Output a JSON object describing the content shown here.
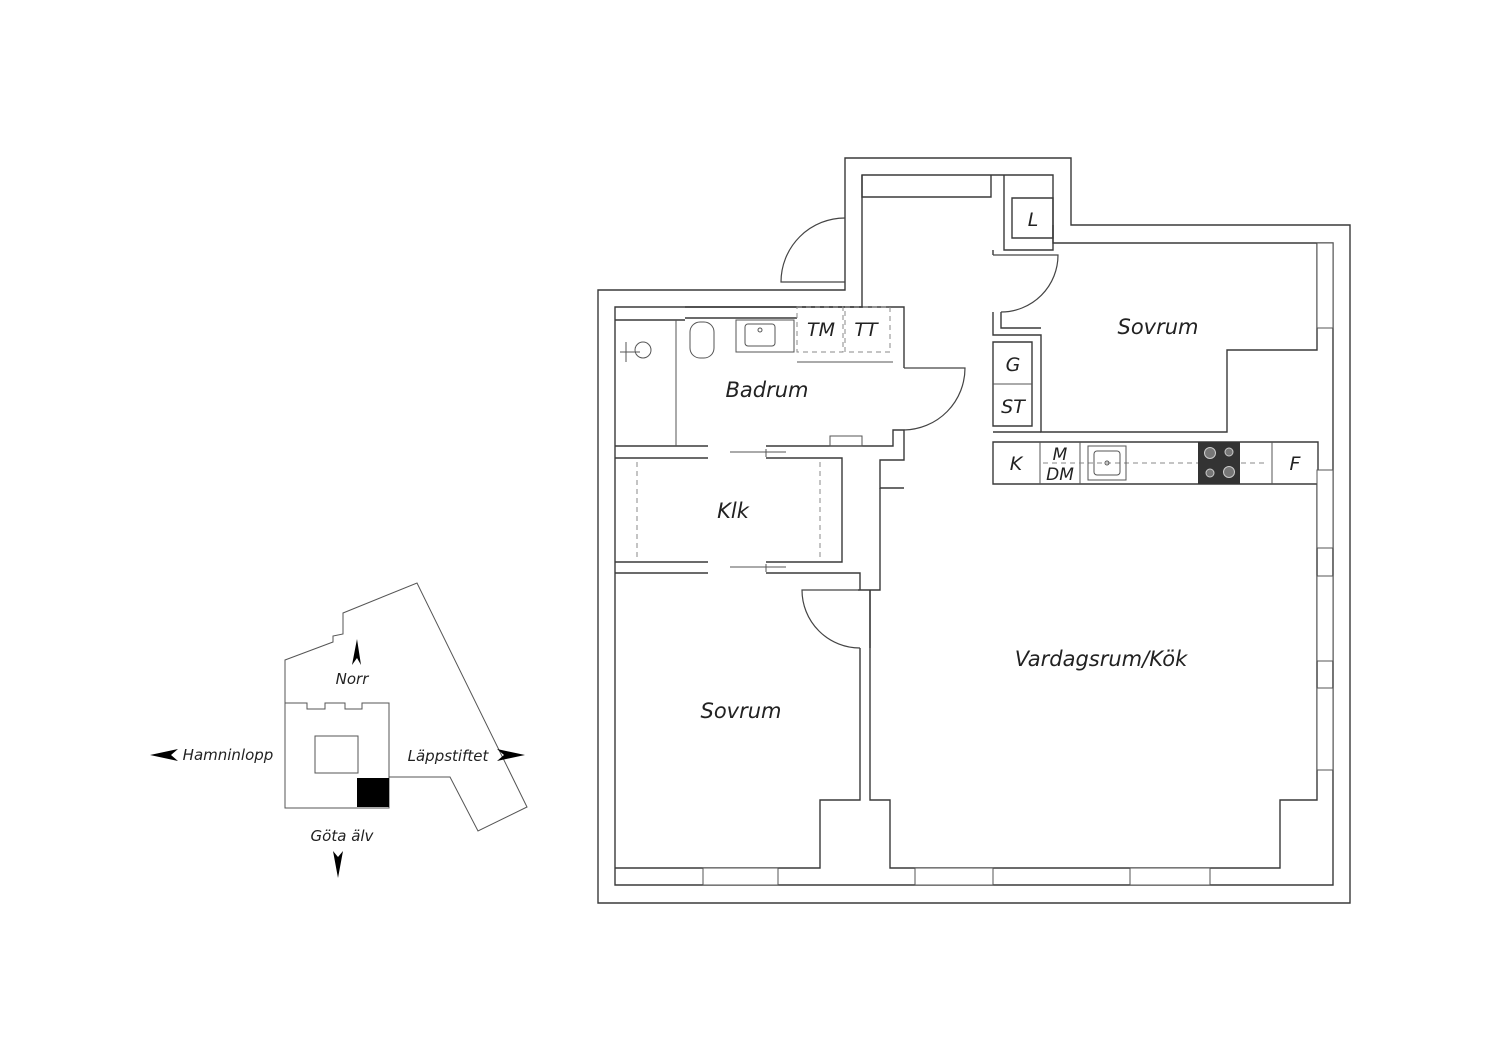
{
  "rooms": {
    "bedroom_top": "Sovrum",
    "bathroom": "Badrum",
    "closet": "Klk",
    "bedroom_left": "Sovrum",
    "living_kitchen": "Vardagsrum/Kök"
  },
  "fixtures": {
    "linen": "L",
    "wardrobe_g": "G",
    "storage": "ST",
    "washing_machine": "TM",
    "dryer": "TT",
    "cabinet": "K",
    "microwave": "M",
    "dishwasher": "DM",
    "fridge": "F"
  },
  "compass": {
    "north": "Norr",
    "west": "Hamninlopp",
    "east": "Läppstiftet",
    "south": "Göta älv"
  },
  "colors": {
    "wall": "#3a3a3a",
    "marker": "#000000",
    "stove": "#333333"
  }
}
